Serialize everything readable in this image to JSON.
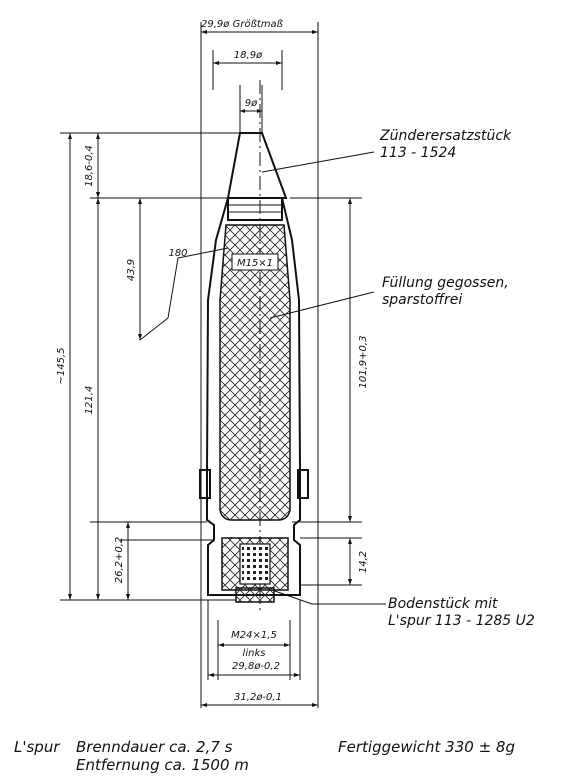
{
  "top_dims": {
    "overall": "29,9ø Größtmaß",
    "body": "18,9ø",
    "fuze": "9ø"
  },
  "left_dims": {
    "total": "~145,5",
    "main": "121,4",
    "fuze_height": "18,6-0,4",
    "inner": "43,9",
    "angle": "180",
    "bottom": "26,2+0,2"
  },
  "right_dims": {
    "fill_length": "101,9+0,3",
    "base_length": "14,2"
  },
  "thread": "M15×1",
  "bottom_dims": {
    "thread": "M24×1,5",
    "thread_note": "links",
    "band": "29,8ø-0,2",
    "rim": "31,2ø-0,1"
  },
  "callouts": {
    "fuze_line1": "Zünderersatzstück",
    "fuze_line2": "113 - 1524",
    "fill_line1": "Füllung gegossen,",
    "fill_line2": "sparstoffrei",
    "base_line1": "Bodenstück mit",
    "base_line2": "L'spur  113 - 1285 U2"
  },
  "footer": {
    "tracer_label": "L'spur",
    "burn_line": "Brenndauer  ca. 2,7 s",
    "range_line": "Entfernung  ca. 1500 m",
    "weight_line": "Fertiggewicht  330 ± 8g"
  }
}
